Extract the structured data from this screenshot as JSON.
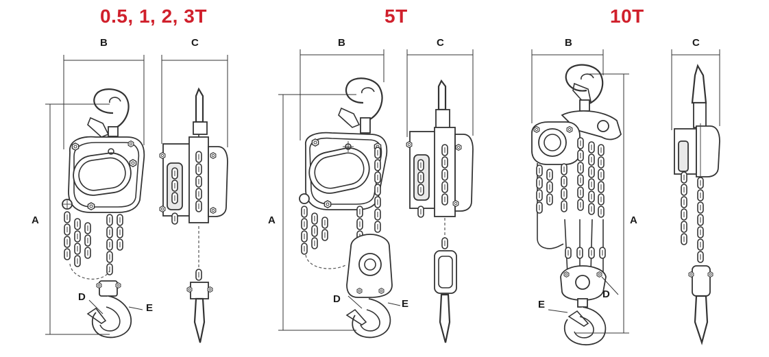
{
  "colors": {
    "title": "#d0202c",
    "line": "#333333"
  },
  "groups": [
    {
      "id": "small",
      "title": "0.5, 1, 2, 3T",
      "labels": {
        "a": "A",
        "b": "B",
        "c": "C",
        "d": "D",
        "e": "E"
      }
    },
    {
      "id": "mid",
      "title": "5T",
      "labels": {
        "a": "A",
        "b": "B",
        "c": "C",
        "d": "D",
        "e": "E"
      }
    },
    {
      "id": "large",
      "title": "10T",
      "labels": {
        "a": "A",
        "b": "B",
        "c": "C",
        "d": "D",
        "e": "E"
      }
    }
  ]
}
